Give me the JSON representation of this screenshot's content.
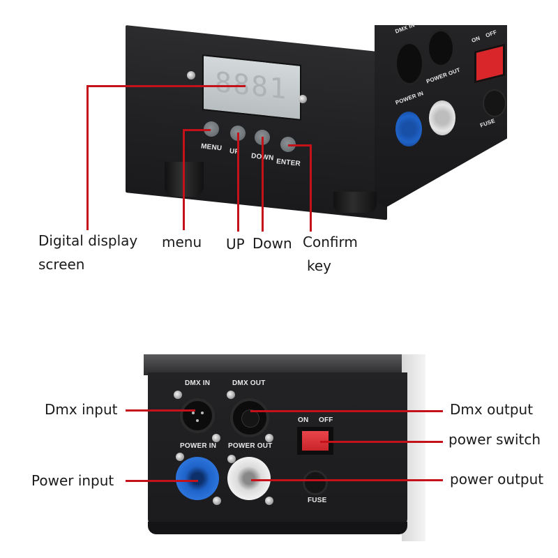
{
  "top_panel": {
    "display_label": "Digital display screen",
    "display_label_line1": "Digital display",
    "display_label_line2": "screen",
    "buttons": [
      {
        "panel_label": "MENU",
        "callout": "menu"
      },
      {
        "panel_label": "UP",
        "callout": "UP"
      },
      {
        "panel_label": "DOWN",
        "callout": "Down"
      },
      {
        "panel_label": "ENTER",
        "callout_line1": "Confirm",
        "callout_line2": "key"
      }
    ],
    "side_labels": {
      "dmx_in": "DMX IN",
      "power_in": "POWER IN",
      "power_out": "POWER OUT",
      "on": "ON",
      "off": "OFF",
      "fuse": "FUSE"
    }
  },
  "bottom_panel": {
    "labels": {
      "dmx_in": "DMX IN",
      "dmx_out": "DMX OUT",
      "power_in": "POWER IN",
      "power_out": "POWER OUT",
      "on": "ON",
      "off": "OFF",
      "fuse": "FUSE"
    },
    "callouts": {
      "dmx_input": "Dmx input",
      "power_input": "Power input",
      "dmx_output": "Dmx output",
      "power_switch": "power switch",
      "power_output": "power output"
    }
  },
  "colors": {
    "callout_line": "#c5121a",
    "device_body": "#1e1e20",
    "power_in_connector": "#1f63c8",
    "power_out_connector": "#e6e6e6",
    "switch": "#d8262b",
    "display": "#c9ced0"
  }
}
